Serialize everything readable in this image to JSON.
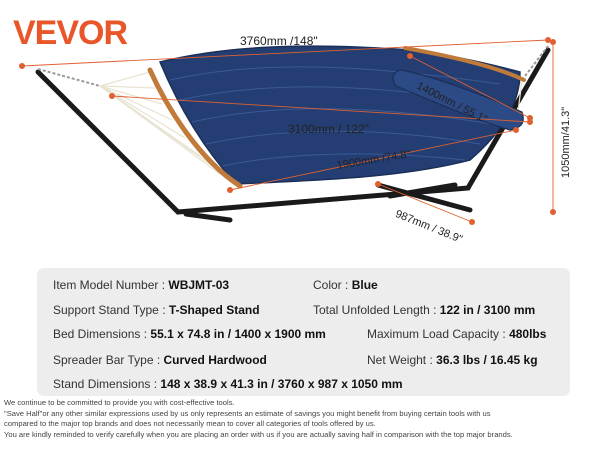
{
  "brand": {
    "name": "VEVOR"
  },
  "dimensions": {
    "overall_length": "3760mm /148\"",
    "bed_width": "1400mm / 55.1\"",
    "spreader_to_spreader": "3100mm / 122\"",
    "bed_length": "1900mm /74.8\"",
    "height": "1050mm/41.3\"",
    "stand_depth": "987mm / 38.9\""
  },
  "specs": {
    "item_model_label": "Item Model Number : ",
    "item_model_value": "WBJMT-03",
    "color_label": "Color : ",
    "color_value": "Blue",
    "support_stand_label": "Support Stand Type : ",
    "support_stand_value": "T-Shaped Stand",
    "total_length_label": "Total Unfolded Length : ",
    "total_length_value": "122 in / 3100 mm",
    "bed_dimensions_label": "Bed Dimensions : ",
    "bed_dimensions_value": "55.1 x 74.8 in / 1400 x 1900 mm",
    "max_load_label": "Maximum Load Capacity : ",
    "max_load_value": "480lbs",
    "spreader_bar_label": "Spreader Bar Type : ",
    "spreader_bar_value": "Curved Hardwood",
    "net_weight_label": "Net Weight : ",
    "net_weight_value": "36.3 lbs / 16.45 kg",
    "stand_dimensions_label": "Stand Dimensions : ",
    "stand_dimensions_value": "148 x 38.9 x 41.3 in / 3760 x 987 x 1050 mm"
  },
  "disclaimer": [
    "We continue to be committed to provide you with cost-effective tools.",
    "\"Save Half\"or any other similar expressions used by us only represents an estimate of savings you might benefit from buying certain tools with us",
    "compared to the major top brands and does not necessarily mean to cover all categories of tools offered by us.",
    "You are kindly reminded to verify carefully when you are placing an order with us if you are actually saving half in comparison with the top major brands."
  ],
  "colors": {
    "brand": "#e8562a",
    "hammock": "#243e73",
    "frame": "#1a1a1a",
    "wood": "#c07a3a",
    "dimension_line": "#e06030"
  }
}
